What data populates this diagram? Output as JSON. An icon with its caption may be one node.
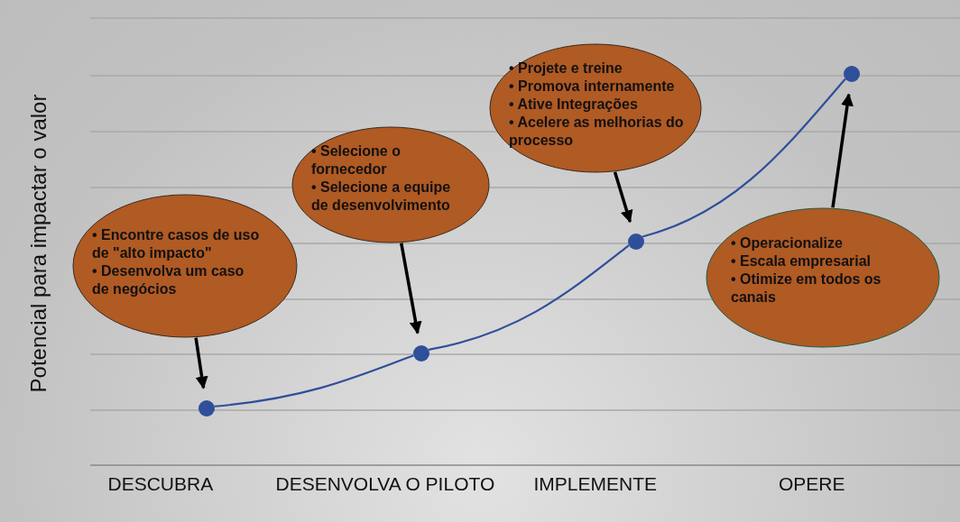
{
  "diagram": {
    "nodes": [
      {
        "text": [
          "• Encontre casos de uso de \"alto impacto\"",
          "• Desenvolva um caso de negócios"
        ]
      },
      {
        "text": [
          "• Selecione o fornecedor",
          "• Selecione a equipe de desenvolvimento"
        ]
      },
      {
        "text": [
          "• Projete e treine",
          "• Promova internamente",
          "• Ative Integrações",
          "• Acelere as melhorias do processo"
        ]
      },
      {
        "text": [
          "• Operacionalize",
          "• Escala empresarial",
          "• Otimize em todos os canais"
        ]
      },
      {
        "text": [],
        "shape": "circle"
      },
      {
        "text": [],
        "shape": "circle"
      },
      {
        "text": [],
        "shape": "circle"
      },
      {
        "text": [],
        "shape": "circle"
      }
    ],
    "edges": [
      {
        "from": 0,
        "to": 4,
        "arrow": "to"
      },
      {
        "from": 1,
        "to": 5,
        "arrow": "to"
      },
      {
        "from": 2,
        "to": 6,
        "arrow": "to"
      },
      {
        "from": 3,
        "to": 7,
        "arrow": "to"
      },
      {
        "from": 4,
        "to": 5,
        "arrow": "none",
        "color": "#2f4f9a"
      },
      {
        "from": 5,
        "to": 6,
        "arrow": "none",
        "color": "#2f4f9a"
      },
      {
        "from": 6,
        "to": 7,
        "arrow": "none",
        "color": "#2f4f9a"
      }
    ],
    "labels": [
      "Potencial para impactar o valor",
      "DESCUBRA",
      "DESENVOLVA O PILOTO",
      "IMPLEMENTE",
      "OPERE"
    ]
  }
}
